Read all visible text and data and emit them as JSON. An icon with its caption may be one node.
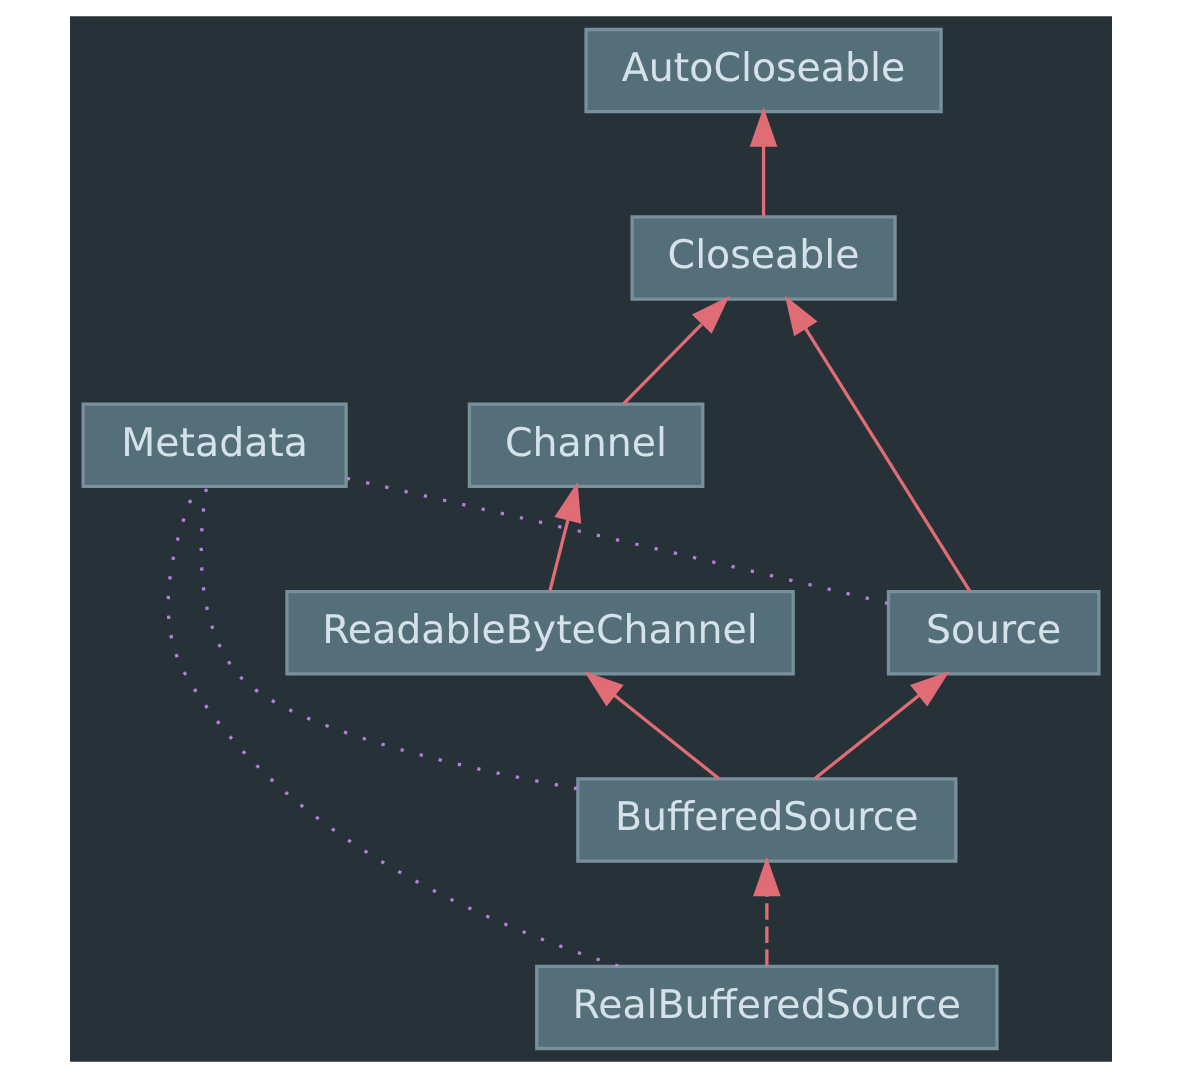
{
  "diagram": {
    "nodes": [
      {
        "text": [
          "AutoCloseable"
        ]
      },
      {
        "text": [
          "Closeable"
        ]
      },
      {
        "text": [
          "Channel"
        ]
      },
      {
        "text": [
          "Metadata"
        ]
      },
      {
        "text": [
          "ReadableByteChannel"
        ]
      },
      {
        "text": [
          "Source"
        ]
      },
      {
        "text": [
          "BufferedSource"
        ]
      },
      {
        "text": [
          "RealBufferedSource"
        ]
      }
    ],
    "edges": [
      {
        "from": 1,
        "to": 0,
        "arrow": "to"
      },
      {
        "from": 2,
        "to": 1,
        "arrow": "to"
      },
      {
        "from": 5,
        "to": 1,
        "arrow": "to"
      },
      {
        "from": 4,
        "to": 2,
        "arrow": "to"
      },
      {
        "from": 6,
        "to": 4,
        "arrow": "to"
      },
      {
        "from": 6,
        "to": 5,
        "arrow": "to"
      },
      {
        "from": 7,
        "to": 6,
        "arrow": "to",
        "style": "dashed"
      },
      {
        "from": 5,
        "to": 3,
        "arrow": "none",
        "style": "dashed",
        "color": "#b57edc"
      },
      {
        "from": 6,
        "to": 3,
        "arrow": "none",
        "style": "dashed",
        "color": "#b57edc"
      },
      {
        "from": 7,
        "to": 3,
        "arrow": "none",
        "style": "dashed",
        "color": "#b57edc"
      }
    ]
  }
}
